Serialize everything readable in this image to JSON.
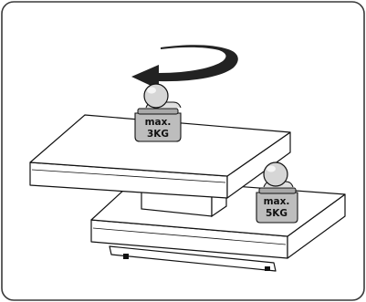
{
  "weights": [
    {
      "line1": "max.",
      "line2": "3KG"
    },
    {
      "line1": "max.",
      "line2": "5KG"
    }
  ],
  "icons": [
    "rotate-arrow-icon",
    "ball-weight-icon"
  ],
  "colors": {
    "frame_stroke": "#3a3a3a",
    "line": "#111111",
    "weight_fill": "#bdbdbd",
    "ball_fill": "#d6d6d6",
    "arrow_fill": "#222222"
  }
}
